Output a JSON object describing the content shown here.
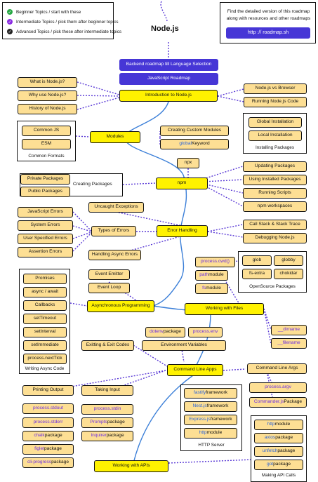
{
  "legend": [
    {
      "text": "Beginner Topics / start with these",
      "color": "#27a844"
    },
    {
      "text": "Intermediate Topics / pick them after beginner topics",
      "color": "#8a2be2"
    },
    {
      "text": "Advanced Topics / pick these after intermediate topics",
      "color": "#222222"
    }
  ],
  "info": {
    "text_line1": "Find the detailed version of this roadmap",
    "text_line2": "along with resources and other roadmaps",
    "button": "http :// roadmap.sh"
  },
  "title": "Node.js",
  "header": {
    "backend_roadmap": "Backend roadmap till Language Selection",
    "js_roadmap": "JavaScript Roadmap"
  },
  "intro": {
    "main": "Introduction to Node.js",
    "left": [
      "What is Node.js?",
      "Why use Node.js?",
      "History of Node.js"
    ],
    "right": [
      "Node.js vs Browser",
      "Running Node.js Code"
    ]
  },
  "modules": {
    "main": "Modules",
    "formats": [
      "Common JS",
      "ESM"
    ],
    "formats_caption": "Common Formats",
    "custom": "Creating Custom Modules",
    "global_keyword_prefix": "global",
    "global_keyword_suffix": " Keyword"
  },
  "installing": {
    "items": [
      "Global Installation",
      "Local Installation"
    ],
    "caption": "Installing Packages"
  },
  "npm": {
    "main": "npm",
    "npx": "npx",
    "creating": "Creating Packages",
    "left": [
      "Private Packages",
      "Public Packages"
    ],
    "right": [
      "Updating Packages",
      "Using Installed Packages",
      "Running Scripts",
      "npm workspaces"
    ]
  },
  "errors": {
    "main": "Error Handling",
    "types": "Types of Errors",
    "type_items": [
      "JavaScript Errors",
      "System Errors",
      "User Specified Errors",
      "Assertion Errors"
    ],
    "uncaught": "Uncaught Exceptions",
    "async": "Handling Async Errors",
    "right": [
      "Call Stack & Stack Trace",
      "Debugging Node.js"
    ]
  },
  "async": {
    "main": "Asynchronous Programming",
    "items": [
      "Promises",
      "async / await",
      "Callbacks",
      "setTimeout",
      "setInterval",
      "setImmediate",
      "process.nextTick"
    ],
    "caption": "Writing Async Code",
    "event_emitter": "Event Emitter",
    "event_loop": "Event Loop"
  },
  "files": {
    "main": "Working with Files",
    "cwd": "process.cwd()",
    "path_prefix": "path",
    "path_suffix": " module",
    "fs_prefix": "fs",
    "fs_suffix": " module",
    "opensource": [
      "glob",
      "globby",
      "fs-extra",
      "chokidar"
    ],
    "opensource_caption": "OpenSource Packages",
    "dirname": "__dirname",
    "filename": "__filename"
  },
  "cli": {
    "main": "Command Line Apps",
    "exit": "Exitting & Exit Codes",
    "env_vars": "Environment Variables",
    "dotenv_prefix": "dotenv",
    "dotenv_suffix": " package",
    "process_env": "process.env",
    "args": "Command Line Args",
    "argv": "process.argv",
    "commander_prefix": "Commander.js",
    "commander_suffix": " Package",
    "printing": "Printing Output",
    "printing_items": [
      {
        "code": "process.stdout",
        "rest": ""
      },
      {
        "code": "process.stderr",
        "rest": ""
      },
      {
        "code": "chalk",
        "rest": " package"
      },
      {
        "code": "figlet",
        "rest": " package"
      },
      {
        "code": "cli-progress",
        "rest": " package"
      }
    ],
    "input": "Taking Input",
    "input_items": [
      {
        "code": "process.stdin",
        "rest": ""
      },
      {
        "code": "Prompts",
        "rest": " package"
      },
      {
        "code": "Inquirer",
        "rest": " package"
      }
    ]
  },
  "http": {
    "items": [
      {
        "code": "fastify",
        "rest": " framework"
      },
      {
        "code": "Nest.js",
        "rest": " framework"
      },
      {
        "code": "Express.js",
        "rest": " framework"
      },
      {
        "code": "http",
        "rest": " module"
      }
    ],
    "caption": "HTTP Server",
    "apis": "Working with APIs",
    "api_items": [
      {
        "code": "http",
        "rest": " module"
      },
      {
        "code": "axios",
        "rest": " package"
      },
      {
        "code": "unfetch",
        "rest": " package"
      },
      {
        "code": "got",
        "rest": " package"
      }
    ],
    "api_caption": "Making API Calls"
  }
}
